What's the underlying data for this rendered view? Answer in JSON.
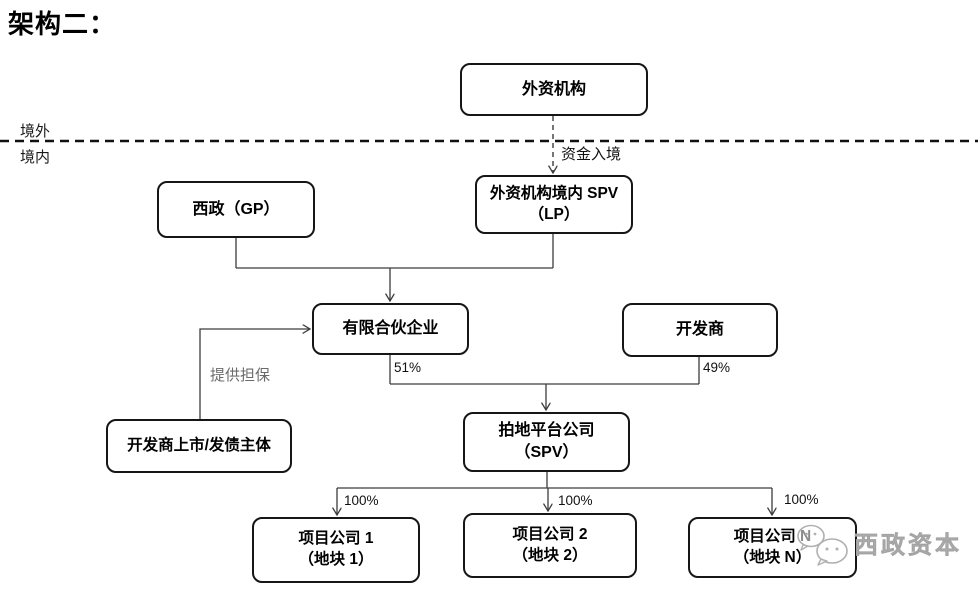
{
  "title": "架构二：",
  "boundary": {
    "overseas": "境外",
    "domestic": "境内"
  },
  "nodes": {
    "foreign": {
      "label": "外资机构"
    },
    "gp": {
      "label": "西政（GP）"
    },
    "spv": {
      "line1": "外资机构境内 SPV",
      "line2": "（LP）"
    },
    "partnership": {
      "label": "有限合伙企业"
    },
    "developer": {
      "label": "开发商"
    },
    "guarantor": {
      "label": "开发商上市/发债主体"
    },
    "platform": {
      "line1": "拍地平台公司",
      "line2": "（SPV）"
    },
    "project1": {
      "line1": "项目公司 1",
      "line2": "（地块 1）"
    },
    "project2": {
      "line1": "项目公司 2",
      "line2": "（地块 2）"
    },
    "projectN": {
      "line1": "项目公司 N",
      "line2": "（地块 N）"
    }
  },
  "edges": {
    "capital_inbound": "资金入境",
    "guarantee": "提供担保",
    "partnership_share": "51%",
    "developer_share": "49%",
    "share1": "100%",
    "share2": "100%",
    "shareN": "100%"
  },
  "watermark": {
    "brand": "西政资本"
  },
  "colors": {
    "line": "#3c3c3c",
    "box_border": "#161616",
    "guarantee_label": "#6b6b6b",
    "watermark": "#b5b5b5"
  }
}
